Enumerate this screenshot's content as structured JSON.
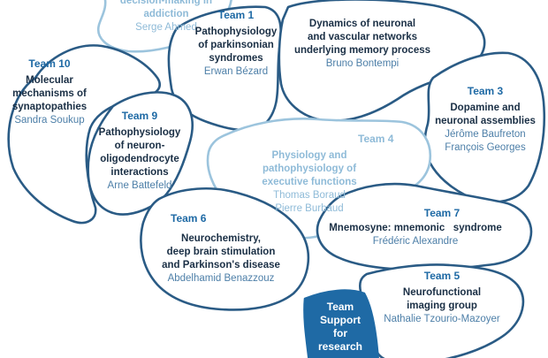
{
  "teams": {
    "top_partial": {
      "title": "decision-making in addiction",
      "person": "Serge Ahmed"
    },
    "team1": {
      "name": "Team 1",
      "title": [
        "Pathophysiology",
        "of parkinsonian",
        "syndromes"
      ],
      "person": "Erwan Bézard"
    },
    "team2": {
      "title": [
        "Dynamics of neuronal",
        "and vascular networks",
        "underlying memory process"
      ],
      "person": "Bruno Bontempi"
    },
    "team3": {
      "name": "Team 3",
      "title": [
        "Dopamine and",
        "neuronal assemblies"
      ],
      "persons": [
        "Jérôme Baufreton",
        "François Georges"
      ]
    },
    "team4": {
      "name": "Team 4",
      "title": [
        "Physiology and",
        "pathophysiology of",
        "executive functions"
      ],
      "persons": [
        "Thomas Boraud",
        "Pierre Burbaud"
      ]
    },
    "team5": {
      "name": "Team 5",
      "title": [
        "Neurofunctional",
        "imaging group"
      ],
      "person": "Nathalie Tzourio-Mazoyer"
    },
    "team6": {
      "name": "Team 6",
      "title": [
        "Neurochemistry,",
        "deep brain stimulation",
        "and Parkinson's disease"
      ],
      "person": "Abdelhamid Benazzouz"
    },
    "team7": {
      "name": "Team 7",
      "title": [
        "Mnemosyne: mnemonic   syndrome"
      ],
      "person": "Frédéric Alexandre"
    },
    "team9": {
      "name": "Team 9",
      "title": [
        "Pathophysiology",
        "of neuron-",
        "oligodendrocyte",
        "interactions"
      ],
      "person": "Arne Battefeld"
    },
    "team10": {
      "name": "Team 10",
      "title": [
        "Molecular",
        "mechanisms of",
        "synaptopathies"
      ],
      "person": "Sandra Soukup"
    },
    "support": {
      "lines": [
        "Team",
        "Support",
        "for",
        "research"
      ]
    }
  },
  "colors": {
    "outline": "#2a5b85",
    "outline_light": "#9cc4dd",
    "team_label": "#1f6aa5",
    "support_fill": "#1f6aa5",
    "person": "#4d7fa8"
  }
}
